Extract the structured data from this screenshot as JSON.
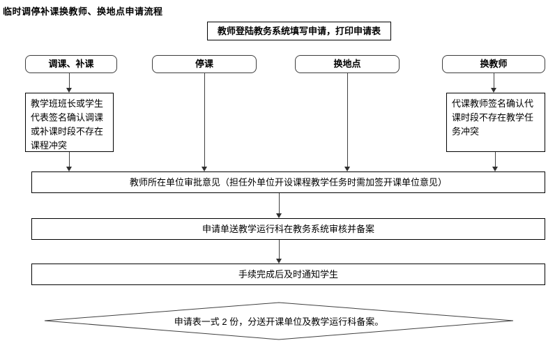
{
  "title": "临时调停补课换教师、换地点申请流程",
  "flow": {
    "start_label": "教师登陆教务系统填写申请，打印申请表",
    "branches": [
      {
        "label": "调课、补课"
      },
      {
        "label": "停课"
      },
      {
        "label": "换地点"
      },
      {
        "label": "换教师"
      }
    ],
    "left_note": "教学班班长或学生代表签名确认调课或补课时段不存在课程冲突",
    "right_note": "代课教师签名确认代课时段不存在教学任务冲突",
    "steps": [
      {
        "label": "教师所在单位审批意见（担任外单位开设课程教学任务时需加签开课单位意见）"
      },
      {
        "label": "申请单送教学运行科在教务系统审核并备案"
      },
      {
        "label": "手续完成后及时通知学生"
      }
    ],
    "end_label": "申请表一式 2 份，分送开课单位及教学运行科备案。"
  },
  "colors": {
    "line": "#3f3f3f",
    "border": "#000000",
    "background": "#ffffff"
  }
}
